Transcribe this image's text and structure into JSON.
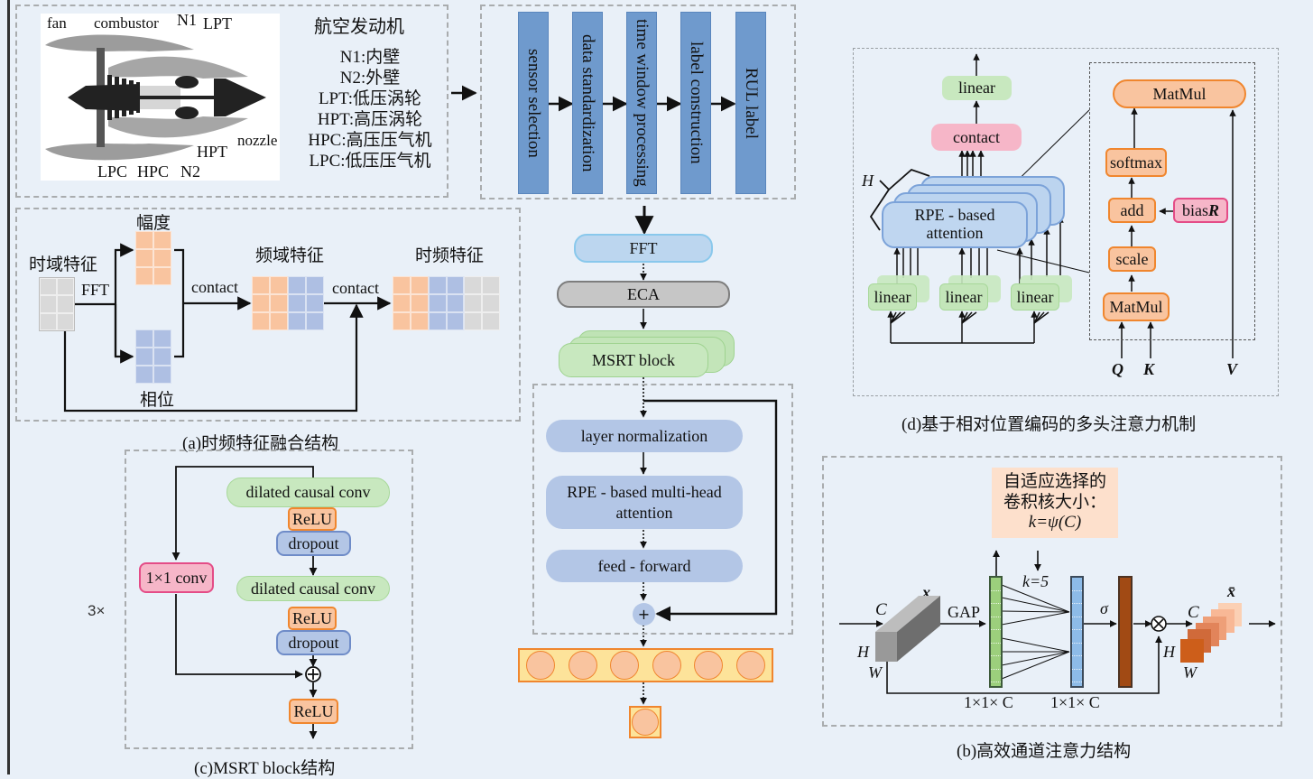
{
  "engine": {
    "title": "航空发动机",
    "parts": [
      "fan",
      "combustor",
      "N1",
      "LPT",
      "nozzle",
      "HPT",
      "LPC",
      "HPC",
      "N2"
    ],
    "legend": [
      "N1:内壁",
      "N2:外壁",
      "LPT:低压涡轮",
      "HPT:高压涡轮",
      "HPC:高压压气机",
      "LPC:低压压气机"
    ]
  },
  "preprocessing": {
    "steps": [
      "sensor selection",
      "data standardization",
      "time window processing",
      "label construction",
      "RUL label"
    ]
  },
  "pipeline": {
    "fft": "FFT",
    "eca": "ECA",
    "msrt": "MSRT  block",
    "layer_norm": "layer normalization",
    "attention": [
      "RPE - based multi-head",
      "attention"
    ],
    "feed_forward": "feed - forward",
    "plus": "+",
    "dense_nodes": 6,
    "output_nodes": 1
  },
  "panel_a": {
    "caption": "(a)时频特征融合结构",
    "time_feature": "时域特征",
    "fft": "FFT",
    "amplitude": "幅度",
    "phase": "相位",
    "freq_feature": "频域特征",
    "tf_feature": "时频特征",
    "contact1": "contact",
    "contact2": "contact",
    "colors": {
      "gray": "#d9d9d9",
      "orange": "#f9c49f",
      "blue": "#aebfe3"
    }
  },
  "panel_b": {
    "caption": "(b)高效通道注意力结构",
    "note": [
      "自适应选择的",
      "卷积核大小：",
      "k=ψ(C)"
    ],
    "k": "k=5",
    "gap": "GAP",
    "sigma": "σ",
    "x": "x",
    "x_bar": "x̄",
    "C": "C",
    "H": "H",
    "W": "W",
    "dim1": "1×1× C",
    "dim2": "1×1× C",
    "otimes": "⊗"
  },
  "panel_c": {
    "caption": "(c)MSRT block结构",
    "repeat": "3×",
    "conv1": "dilated causal conv",
    "relu1": "ReLU",
    "dropout1": "dropout",
    "conv2": "dilated causal conv",
    "relu2": "ReLU",
    "dropout2": "dropout",
    "skip": "1×1 conv",
    "oplus": "+",
    "relu_out": "ReLU"
  },
  "panel_d": {
    "caption": "(d)基于相对位置编码的多头注意力机制",
    "linear_top": "linear",
    "contact": "contact",
    "heads_label": "H",
    "attention": [
      "RPE - based",
      "attention"
    ],
    "linear_inputs": [
      "linear",
      "linear",
      "linear"
    ],
    "matmul_top": "MatMul",
    "softmax": "softmax",
    "add": "add",
    "bias": "bias ",
    "bias_sym": "R",
    "scale": "scale",
    "matmul_bottom": "MatMul",
    "q": "Q",
    "k": "K",
    "v": "V"
  }
}
